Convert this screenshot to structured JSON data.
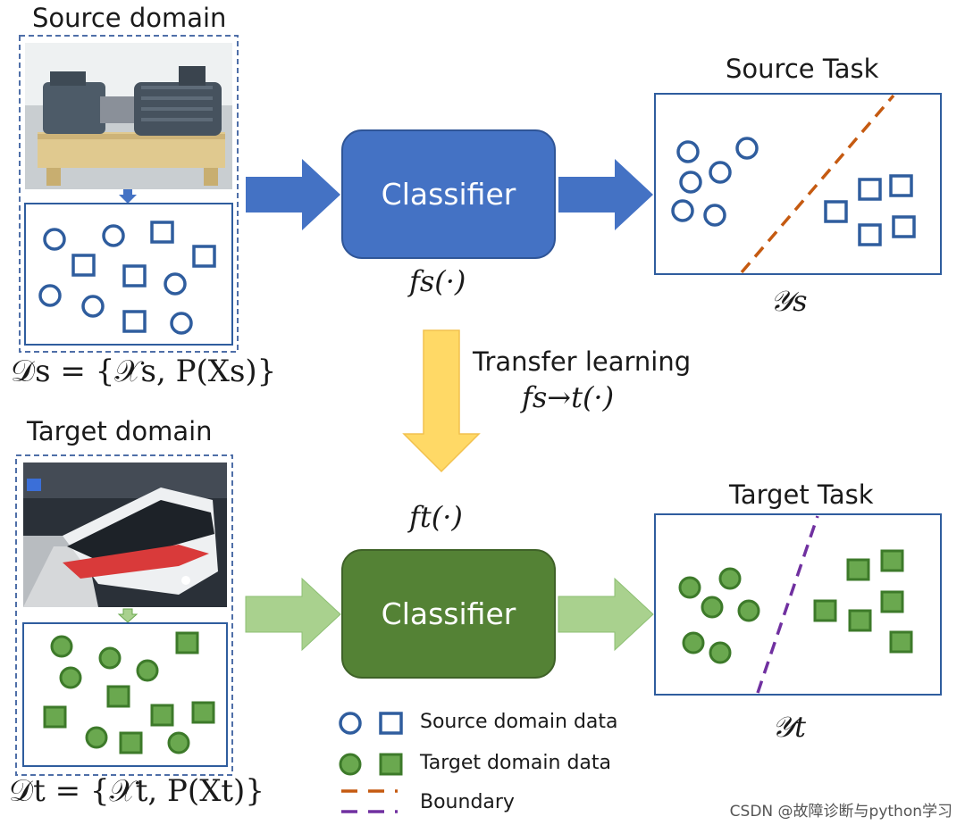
{
  "source": {
    "domain_title": "Source domain",
    "formula": "𝒟s = {𝒳s, P(Xs)}",
    "classifier_label": "Classifier",
    "function": "fs(·)",
    "task_title": "Source Task",
    "output_symbol": "𝒴s"
  },
  "target": {
    "domain_title": "Target domain",
    "formula": "𝒟t = {𝒳t, P(Xt)}",
    "classifier_label": "Classifier",
    "function": "ft(·)",
    "task_title": "Target Task",
    "output_symbol": "𝒴t"
  },
  "transfer": {
    "label": "Transfer learning",
    "function": "fs→t(·)"
  },
  "legend": {
    "items": [
      {
        "label": "Source domain data"
      },
      {
        "label": "Target domain data"
      },
      {
        "label": "Boundary"
      }
    ]
  },
  "watermark": "CSDN @故障诊断与python学习",
  "colors": {
    "source_blue": "#2f5d9e",
    "classifier_blue": "#4472c4",
    "target_green": "#6aa84f",
    "target_green_dark": "#3d7a2a",
    "classifier_green": "#548235",
    "arrow_green": "#a9d18e",
    "transfer_yellow": "#ffd966",
    "boundary_orange": "#c55a11",
    "boundary_purple": "#7030a0"
  }
}
